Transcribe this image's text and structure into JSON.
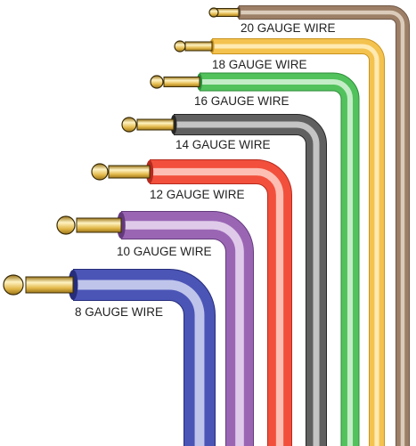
{
  "diagram": {
    "title": "",
    "wires": [
      {
        "id": "20",
        "label": "20 GAUGE WIRE",
        "color": "#9c7f66",
        "dark": "#6e5644",
        "light": "#e6d8c9"
      },
      {
        "id": "18",
        "label": "18 GAUGE WIRE",
        "color": "#f4c24e",
        "dark": "#c89320",
        "light": "#fff1c4"
      },
      {
        "id": "16",
        "label": "16 GAUGE WIRE",
        "color": "#52c25c",
        "dark": "#2e8d3a",
        "light": "#d8f5d9"
      },
      {
        "id": "14",
        "label": "14 GAUGE WIRE",
        "color": "#606060",
        "dark": "#262626",
        "light": "#d6d6d6"
      },
      {
        "id": "12",
        "label": "12 GAUGE WIRE",
        "color": "#f2503c",
        "dark": "#b62a1e",
        "light": "#ffd2c9"
      },
      {
        "id": "10",
        "label": "10 GAUGE WIRE",
        "color": "#9a66b4",
        "dark": "#643a7d",
        "light": "#ecdcf3"
      },
      {
        "id": "8",
        "label": "8 GAUGE WIRE",
        "color": "#4b55b6",
        "dark": "#262d7a",
        "light": "#d4d8f5"
      }
    ],
    "conductor": {
      "color": "#e2b84a",
      "dark": "#9a7418",
      "light": "#fff3c2"
    }
  }
}
